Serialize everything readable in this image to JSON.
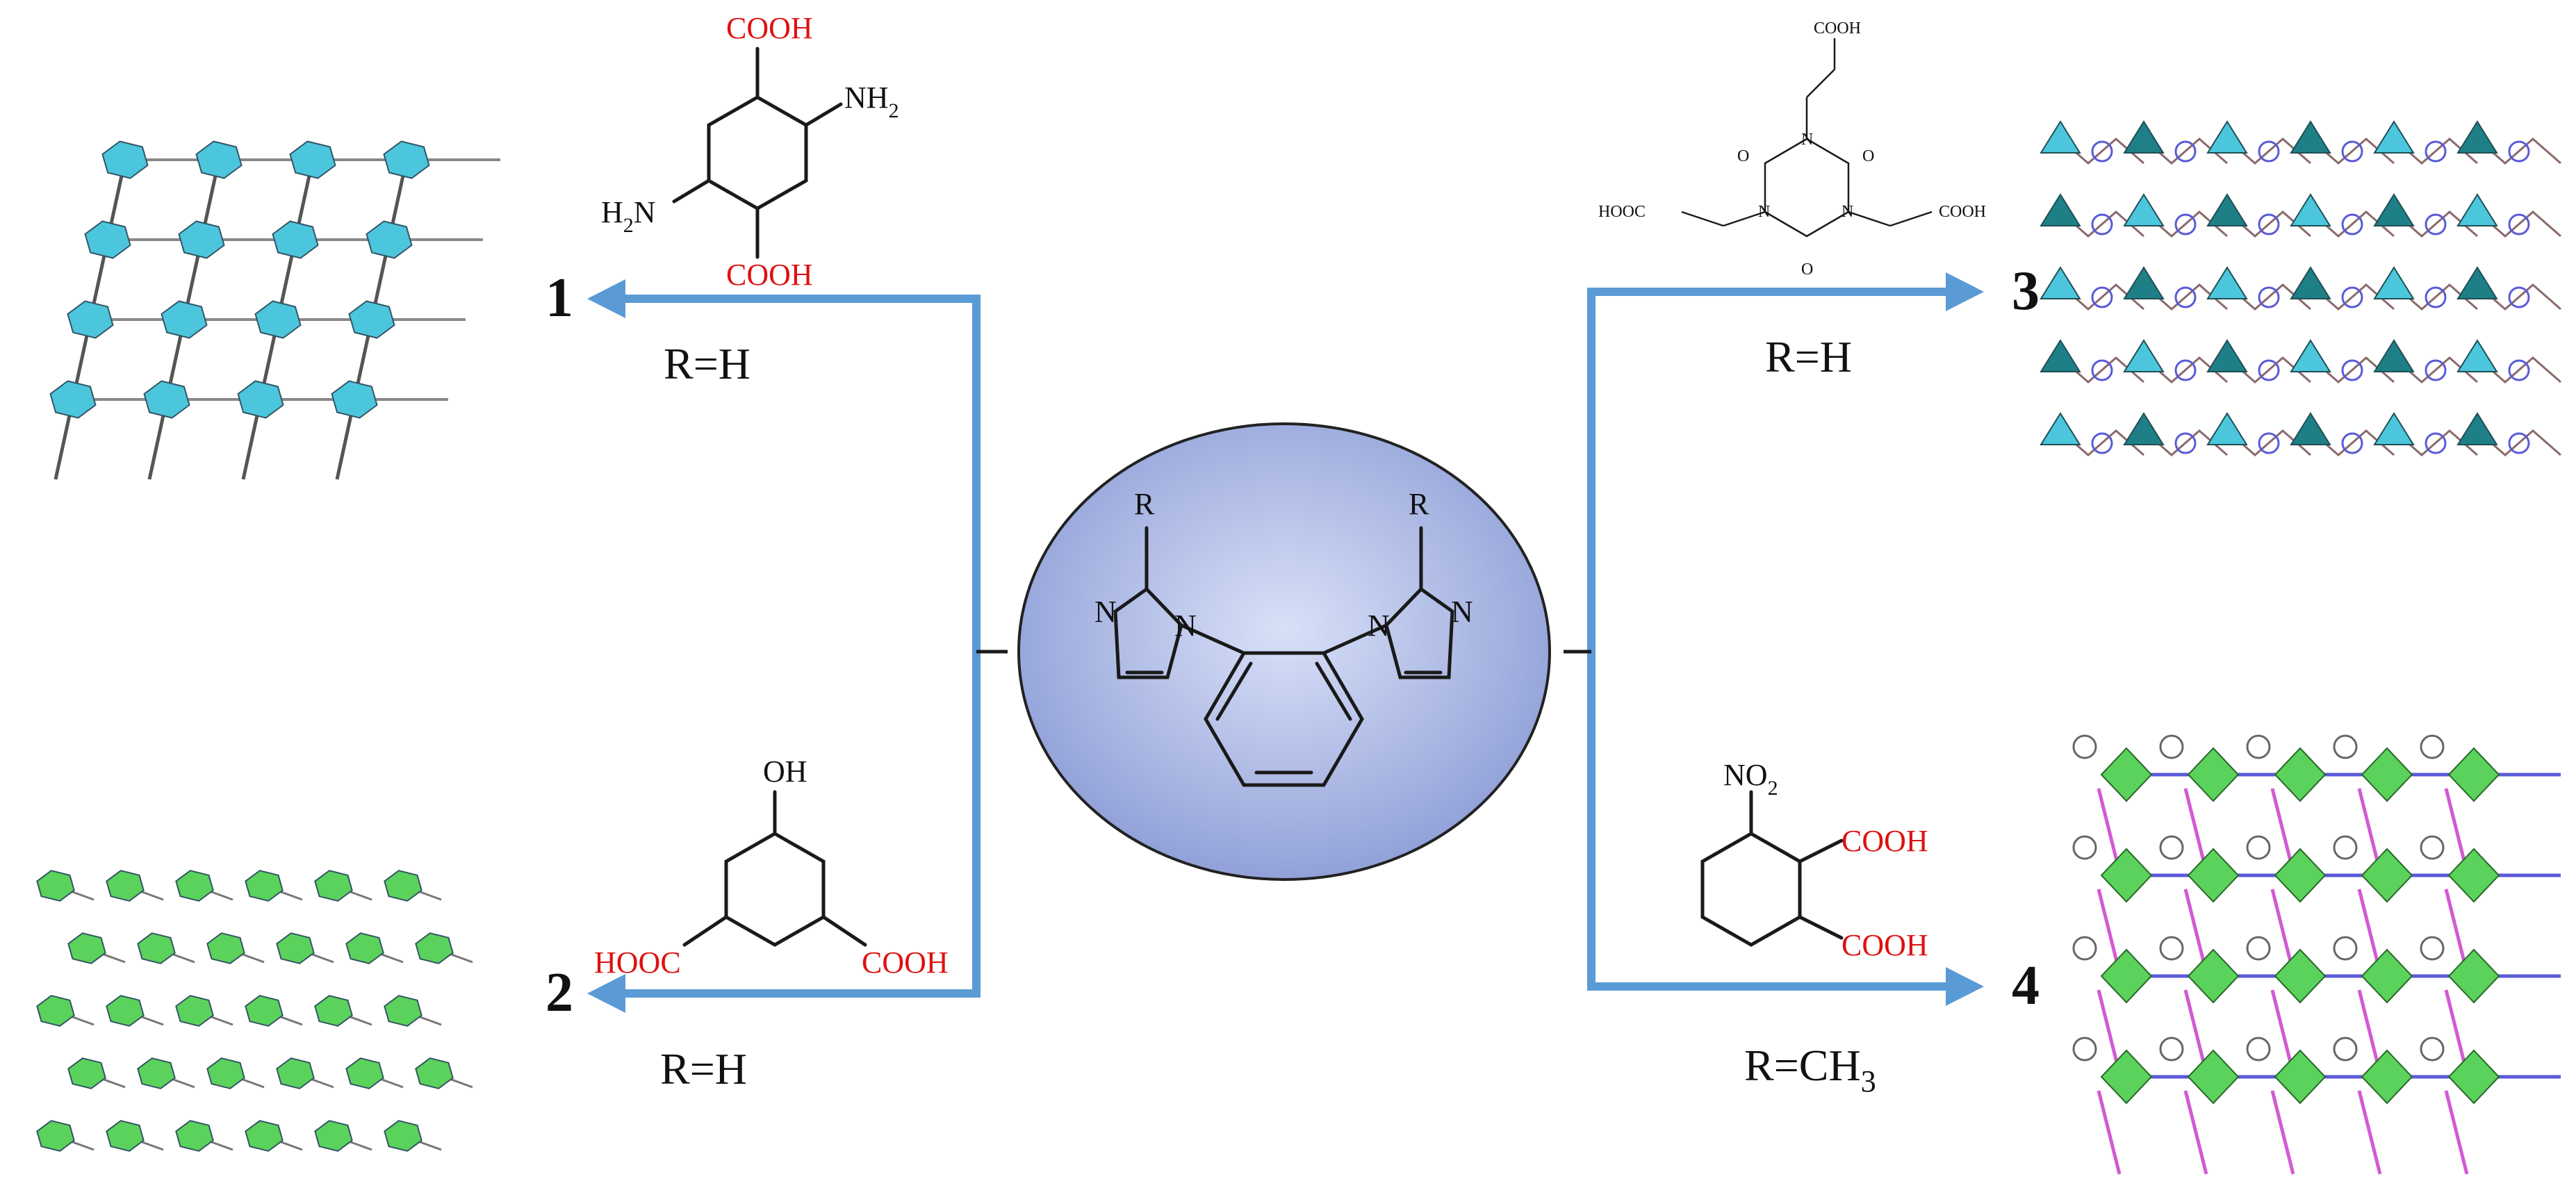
{
  "center": {
    "substituent_left": "R",
    "substituent_right": "R",
    "atom_n": "N"
  },
  "branches": {
    "b1": {
      "number": "1",
      "condition": "R=H"
    },
    "b2": {
      "number": "2",
      "condition": "R=H"
    },
    "b3": {
      "number": "3",
      "condition": "R=H"
    },
    "b4": {
      "number": "4",
      "condition_prefix": "R=CH",
      "condition_sub": "3"
    }
  },
  "ligands": {
    "l1": {
      "top": "COOH",
      "bottom": "COOH",
      "amine_right": "NH",
      "amine_right_sub": "2",
      "amine_left_prefix": "H",
      "amine_left_sub": "2",
      "amine_left_suffix": "N"
    },
    "l2": {
      "top": "OH",
      "left": "HOOC",
      "right": "COOH"
    },
    "l3": {
      "top": "COOH",
      "left": "HOOC",
      "right": "COOH",
      "o": "O",
      "n": "N"
    },
    "l4": {
      "nitro_prefix": "NO",
      "nitro_sub": "2",
      "top": "COOH",
      "bottom": "COOH"
    }
  },
  "colors": {
    "arrow": "#5b9bd5",
    "ellipse_fill": "#a3b1e0",
    "acid_red": "#e01010",
    "cyan_poly": "#4cc6dc",
    "teal_poly": "#1f7f86",
    "green_poly": "#5bd25b",
    "magenta_bond": "#d35ad3",
    "blue_bond": "#5a5ad8"
  }
}
